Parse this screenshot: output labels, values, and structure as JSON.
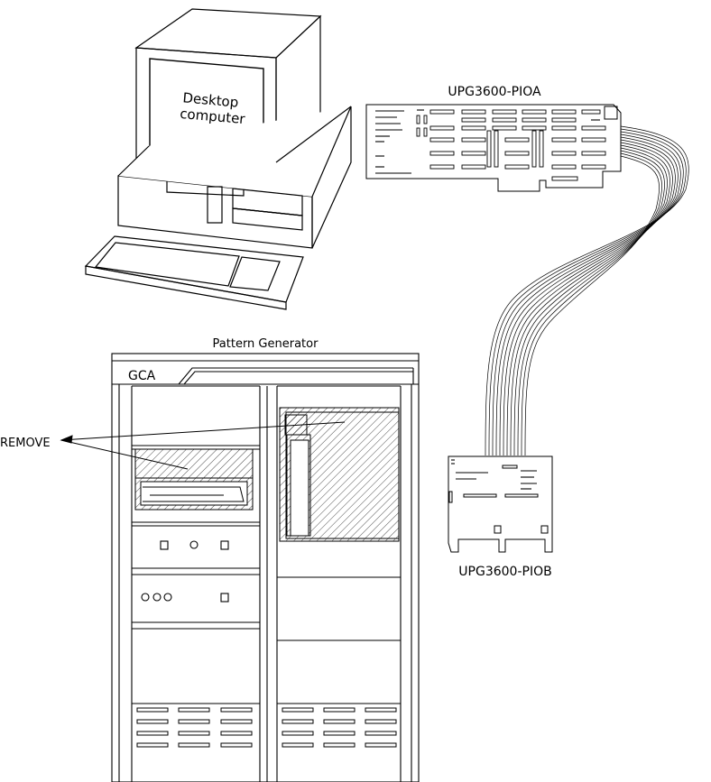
{
  "labels": {
    "desktop_line1": "Desktop",
    "desktop_line2": "computer",
    "pioa_title": "UPG3600-PIOA",
    "piob_title": "UPG3600-PIOB",
    "pattern_generator": "Pattern Generator",
    "gca_brand": "GCA",
    "remove_callout": "REMOVE"
  },
  "colors": {
    "line": "#000000",
    "background": "#ffffff"
  }
}
